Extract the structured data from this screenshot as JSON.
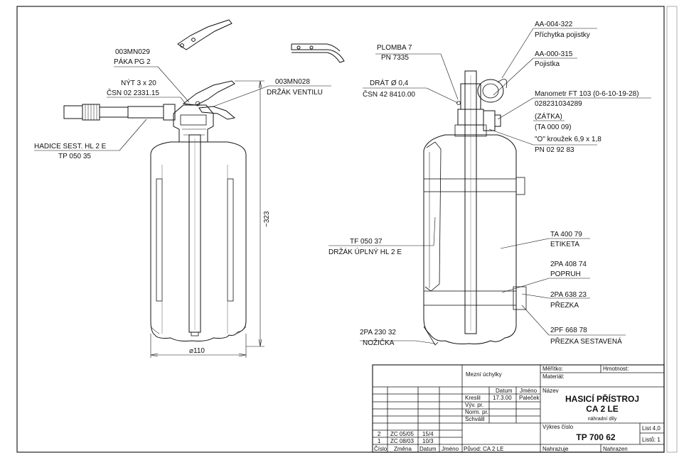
{
  "left_view": {
    "labels": {
      "paka_code": "003MN029",
      "paka_name": "PÁKA PG 2",
      "nyt_code": "NÝT 3 x 20",
      "nyt_std": "ČSN 02 2331.15",
      "drzak_code": "003MN028",
      "drzak_name": "DRŽÁK VENTILU",
      "hadice_name": "HADICE SEST. HL 2 E",
      "hadice_code": "TP 050 35"
    },
    "dimensions": {
      "height": "~323",
      "diameter": "⌀110"
    }
  },
  "right_view": {
    "labels": {
      "plomba_name": "PLOMBA 7",
      "plomba_code": "PN 7335",
      "drat_name": "DRÁT Ø 0,4",
      "drat_std": "ČSN 42 8410.00",
      "prichytka_code": "AA-004-322",
      "prichytka_name": "Příchytka pojistky",
      "pojistka_code": "AA-000-315",
      "pojistka_name": "Pojistka",
      "manometr_name": "Manometr FT 103 (0-6-10-19-28)",
      "manometr_code": "028231034289",
      "zatka": "(ZÁTKA)",
      "zatka_code": "(TA 000 09)",
      "krouzek": "\"O\" kroužek 6,9 x 1,8",
      "krouzek_code": "PN 02 92 83",
      "drzak_uplny_code": "TF 050 37",
      "drzak_uplny_name": "DRŽÁK ÚPLNÝ HL 2 E",
      "etiketa_code": "TA 400 79",
      "etiketa_name": "ETIKETA",
      "popruh_code": "2PA 408 74",
      "popruh_name": "POPRUH",
      "prezka_code": "2PA 638 23",
      "prezka_name": "PŘEZKA",
      "nozicka_code": "2PA 230 32",
      "nozicka_name": "NOŽIČKA",
      "prezka_sest_code": "2PF 668 78",
      "prezka_sest_name": "PŘEZKA SESTAVENÁ"
    }
  },
  "title_block": {
    "merilko": "Měřítko:",
    "hmotnost": "Hmotnost:",
    "material": "Materiál:",
    "mezni_uchylky": "Mezní úchylky",
    "datum_header": "Datum",
    "jmeno_header": "Jméno",
    "nazev_header": "Název",
    "roles": [
      "Kreslil",
      "Výv. pr.",
      "Norm. pr.",
      "Schválil"
    ],
    "kreslil_date": "17.3.00",
    "kreslil_name": "Paleček",
    "title_line1": "HASICÍ PŘÍSTROJ",
    "title_line2": "CA 2 LE",
    "subtitle": "náhradní díly",
    "vykres_cislo_label": "Výkres číslo",
    "vykres_cislo": "TP 700 62",
    "list": "List 4,0",
    "listu": "Listů: 1",
    "nahrazuje": "Nahrazuje",
    "nahrazen": "Nahrazen",
    "povod": "Původ: CA 2 LE",
    "revision_headers": [
      "Číslo",
      "Změna",
      "Datum",
      "Jméno"
    ],
    "revisions": [
      {
        "cislo": "2",
        "zmena": "ZC 05/05",
        "datum": "15/4",
        "jmeno": ""
      },
      {
        "cislo": "1",
        "zmena": "ZC 08/03",
        "datum": "10/3",
        "jmeno": ""
      }
    ]
  }
}
